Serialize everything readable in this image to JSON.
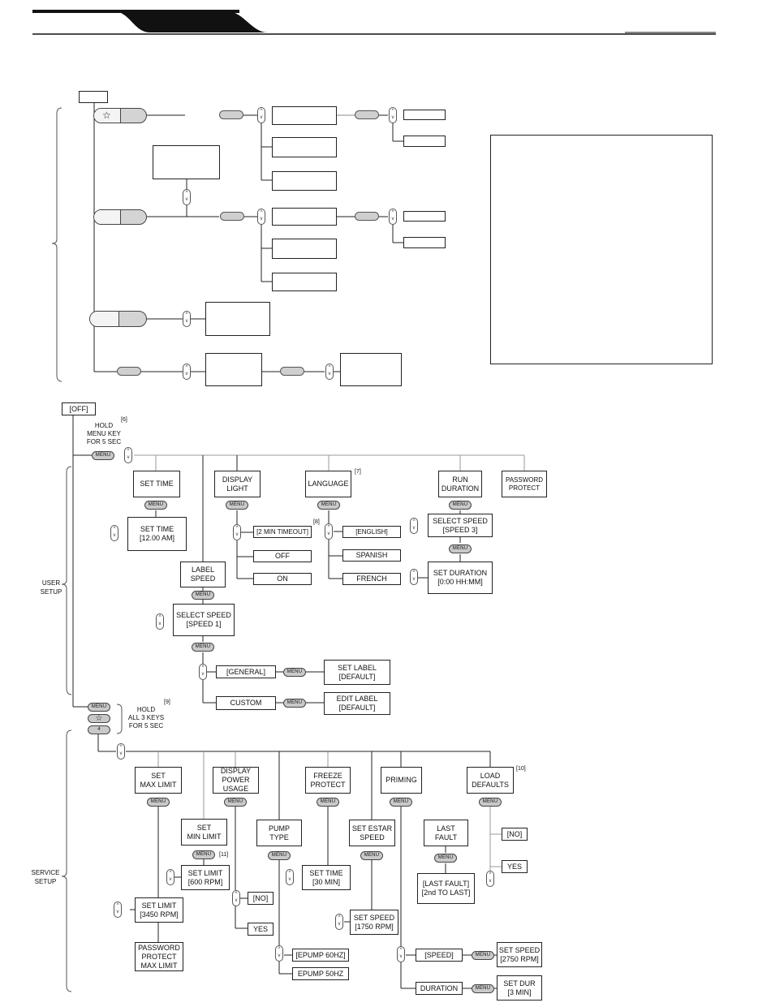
{
  "user_setup_label": "USER\nSETUP",
  "service_setup_label": "SERVICE\nSETUP",
  "off_box": "[OFF]",
  "hold_menu": "HOLD\nMENU KEY\nFOR 5 SEC",
  "hold_all": "HOLD\nALL 3 KEYS\nFOR 5 SEC",
  "menu_label": "MENU",
  "key_4_label": "4",
  "notes": {
    "n6": "[6]",
    "n7": "[7]",
    "n8": "[8]",
    "n9": "[9]",
    "n10": "[10]",
    "n11": "[11]"
  },
  "user": {
    "set_time": "SET TIME",
    "set_time_value": "SET TIME\n[12.00 AM]",
    "display_light": "DISPLAY\nLIGHT",
    "timeout": "[2 MIN TIMEOUT]",
    "off": "OFF",
    "on": "ON",
    "language": "LANGUAGE",
    "english": "[ENGLISH]",
    "spanish": "SPANISH",
    "french": "FRENCH",
    "run_duration": "RUN\nDURATION",
    "select_speed_3": "SELECT SPEED\n[SPEED 3]",
    "set_duration": "SET DURATION\n[0:00 HH:MM]",
    "password_protect": "PASSWORD\nPROTECT",
    "label_speed": "LABEL\nSPEED",
    "select_speed_1": "SELECT SPEED\n[SPEED 1]",
    "general": "[GENERAL]",
    "set_label": "SET LABEL\n[DEFAULT]",
    "custom": "CUSTOM",
    "edit_label": "EDIT LABEL\n[DEFAULT]"
  },
  "service": {
    "set_max_limit": "SET\nMAX LIMIT",
    "set_limit_3450": "SET LIMIT\n[3450 RPM]",
    "password_protect_max": "PASSWORD\nPROTECT\nMAX LIMIT",
    "set_min_limit": "SET\nMIN LIMIT",
    "set_limit_600": "SET LIMIT\n[600 RPM]",
    "display_power_usage": "DISPLAY\nPOWER\nUSAGE",
    "no": "[NO]",
    "yes": "YES",
    "pump_type": "PUMP\nTYPE",
    "epump60": "[EPUMP 60HZ]",
    "epump50": "EPUMP 50HZ",
    "freeze_protect": "FREEZE\nPROTECT",
    "set_time_30": "SET TIME\n[30 MIN]",
    "set_estar_speed": "SET ESTAR\nSPEED",
    "set_speed_1750": "SET SPEED\n[1750 RPM]",
    "priming": "PRIMING",
    "speed": "[SPEED]",
    "set_speed_2750": "SET SPEED\n[2750 RPM]",
    "duration": "DURATION",
    "set_dur": "SET DUR\n[3 MIN]",
    "last_fault": "LAST\nFAULT",
    "last_fault_value": "[LAST FAULT]\n[2nd TO LAST]",
    "load_defaults": "LOAD\nDEFAULTS",
    "ld_no": "[NO]",
    "ld_yes": "YES"
  }
}
